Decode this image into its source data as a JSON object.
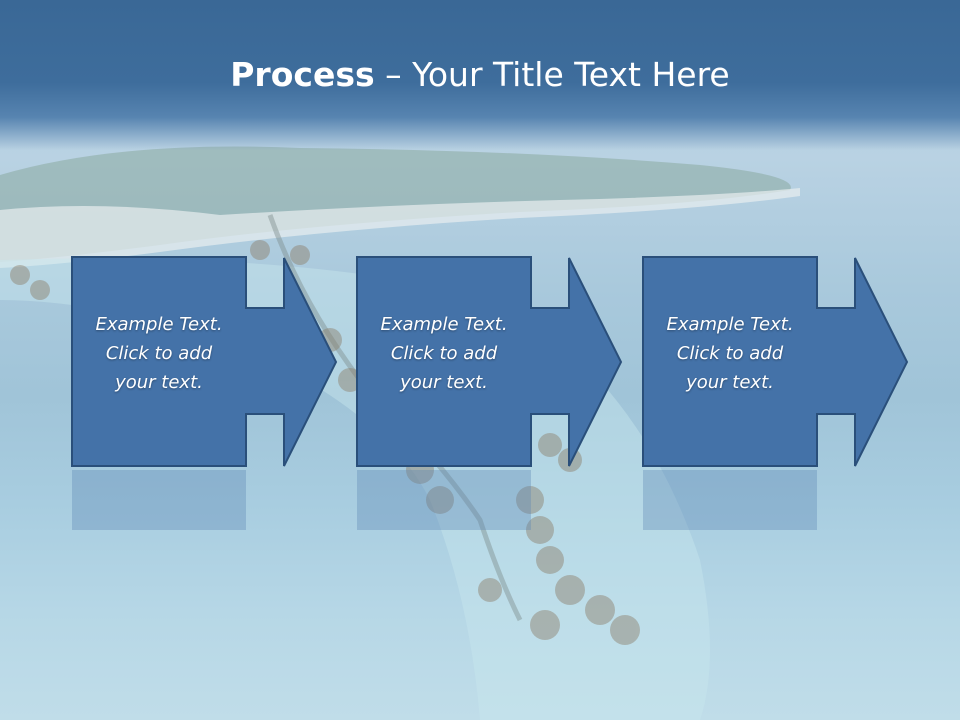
{
  "slide": {
    "title_bold": "Process",
    "title_rest": " – Your Title Text Here"
  },
  "steps": [
    {
      "line1": "Example Text.",
      "line2": "Click  to add",
      "line3": "your text."
    },
    {
      "line1": "Example Text.",
      "line2": "Click  to add",
      "line3": "your text."
    },
    {
      "line1": "Example Text.",
      "line2": "Click  to add",
      "line3": "your text."
    }
  ],
  "colors": {
    "title_band": "#3e6d9c",
    "box_fill": "#4472a8",
    "box_stroke": "#2a4f7a",
    "title_text": "#ffffff"
  }
}
